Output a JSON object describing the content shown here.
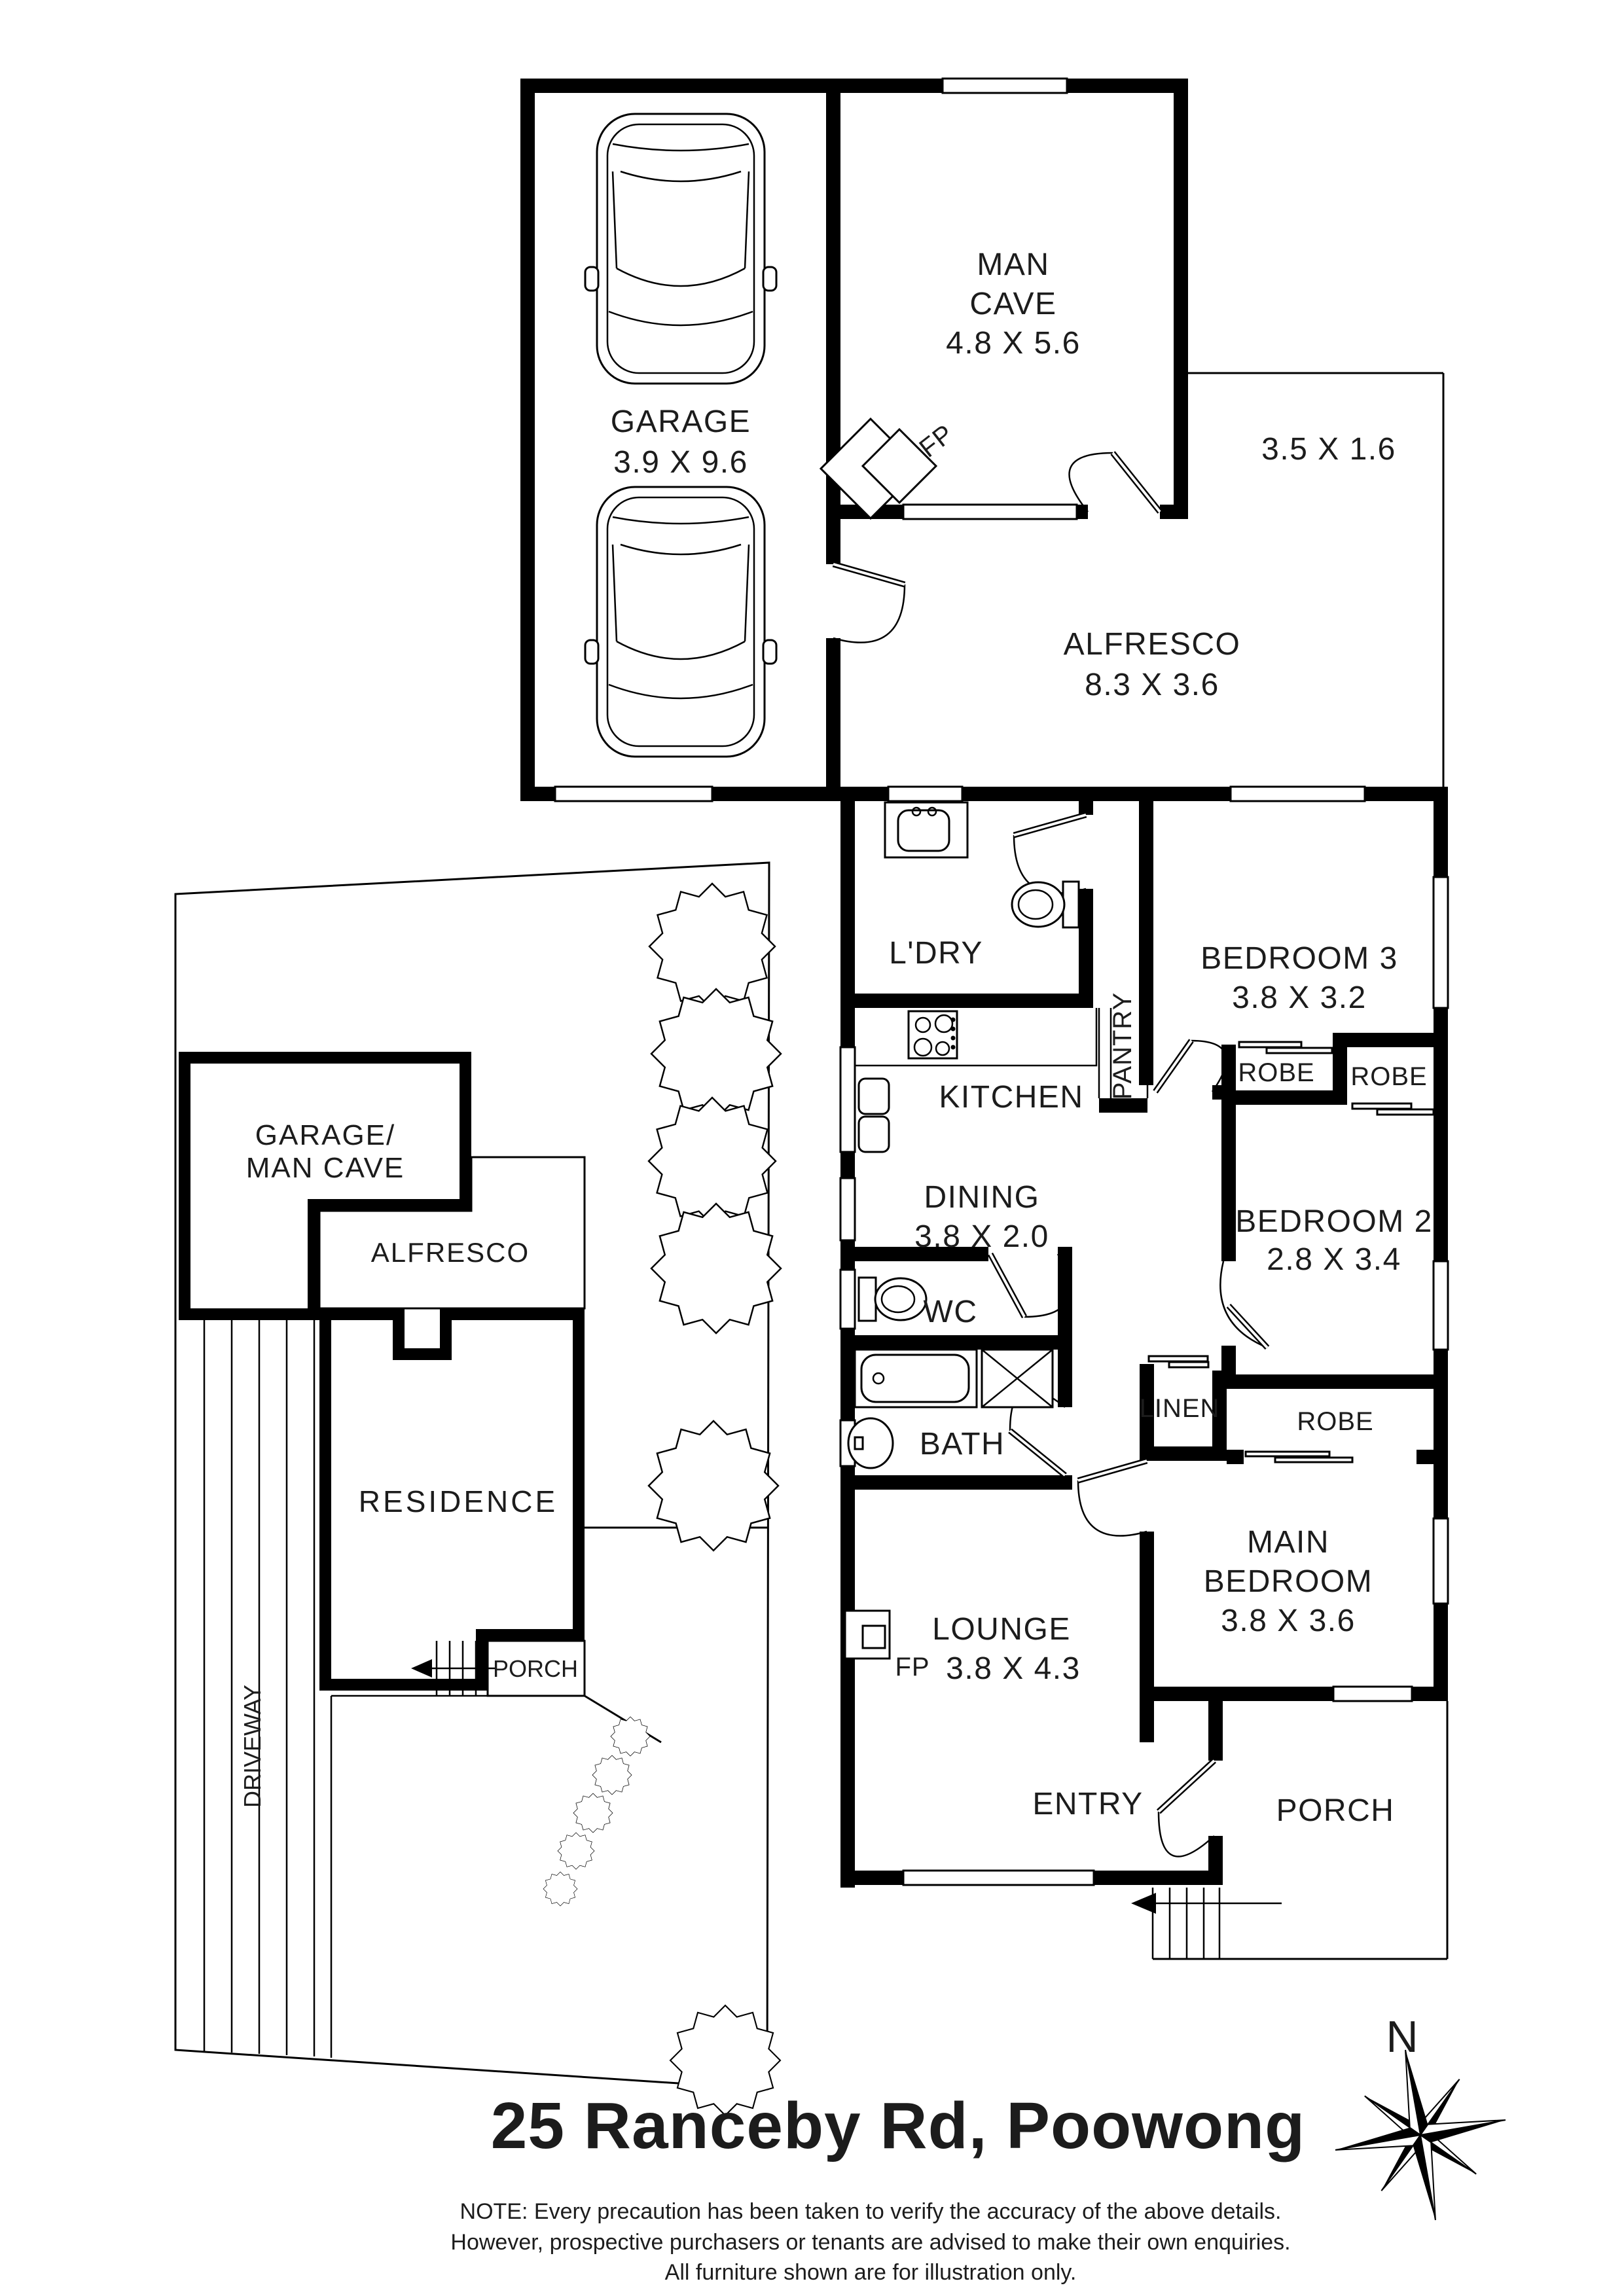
{
  "floor_plan": {
    "garage": {
      "name": "GARAGE",
      "dims": "3.9 X 9.6"
    },
    "man_cave": {
      "line1": "MAN",
      "line2": "CAVE",
      "dims": "4.8 X 5.6"
    },
    "side_area": {
      "dims": "3.5 X 1.6"
    },
    "alfresco": {
      "name": "ALFRESCO",
      "dims": "8.3 X 3.6"
    },
    "laundry": {
      "name": "L'DRY"
    },
    "kitchen": {
      "name": "KITCHEN"
    },
    "pantry": {
      "name": "PANTRY"
    },
    "dining": {
      "name": "DINING",
      "dims": "3.8 X 2.0"
    },
    "bedroom3": {
      "name": "BEDROOM 3",
      "dims": "3.8 X 3.2"
    },
    "bedroom2": {
      "name": "BEDROOM 2",
      "dims": "2.8 X 3.4"
    },
    "main_bedroom": {
      "line1": "MAIN",
      "line2": "BEDROOM",
      "dims": "3.8 X 3.6"
    },
    "wc": {
      "name": "WC"
    },
    "bath": {
      "name": "BATH"
    },
    "lounge": {
      "name": "LOUNGE",
      "dims": "3.8 X 4.3"
    },
    "entry": {
      "name": "ENTRY"
    },
    "porch": {
      "name": "PORCH"
    },
    "robe_bed3": "ROBE",
    "robe_bed2": "ROBE",
    "robe_main": "ROBE",
    "linen": "LINEN",
    "fireplace": "FP"
  },
  "site_plan": {
    "garage_line1": "GARAGE/",
    "garage_line2": "MAN CAVE",
    "alfresco": "ALFRESCO",
    "residence": "RESIDENCE",
    "porch": "PORCH",
    "driveway": "DRIVEWAY"
  },
  "compass": {
    "north": "N"
  },
  "footer": {
    "address": "25 Ranceby Rd, Poowong",
    "note_line1": "NOTE: Every precaution has been taken to verify the accuracy of the above details.",
    "note_line2": "However, prospective purchasers or tenants are advised to make their own enquiries.",
    "note_line3": "All furniture shown are for illustration only."
  }
}
